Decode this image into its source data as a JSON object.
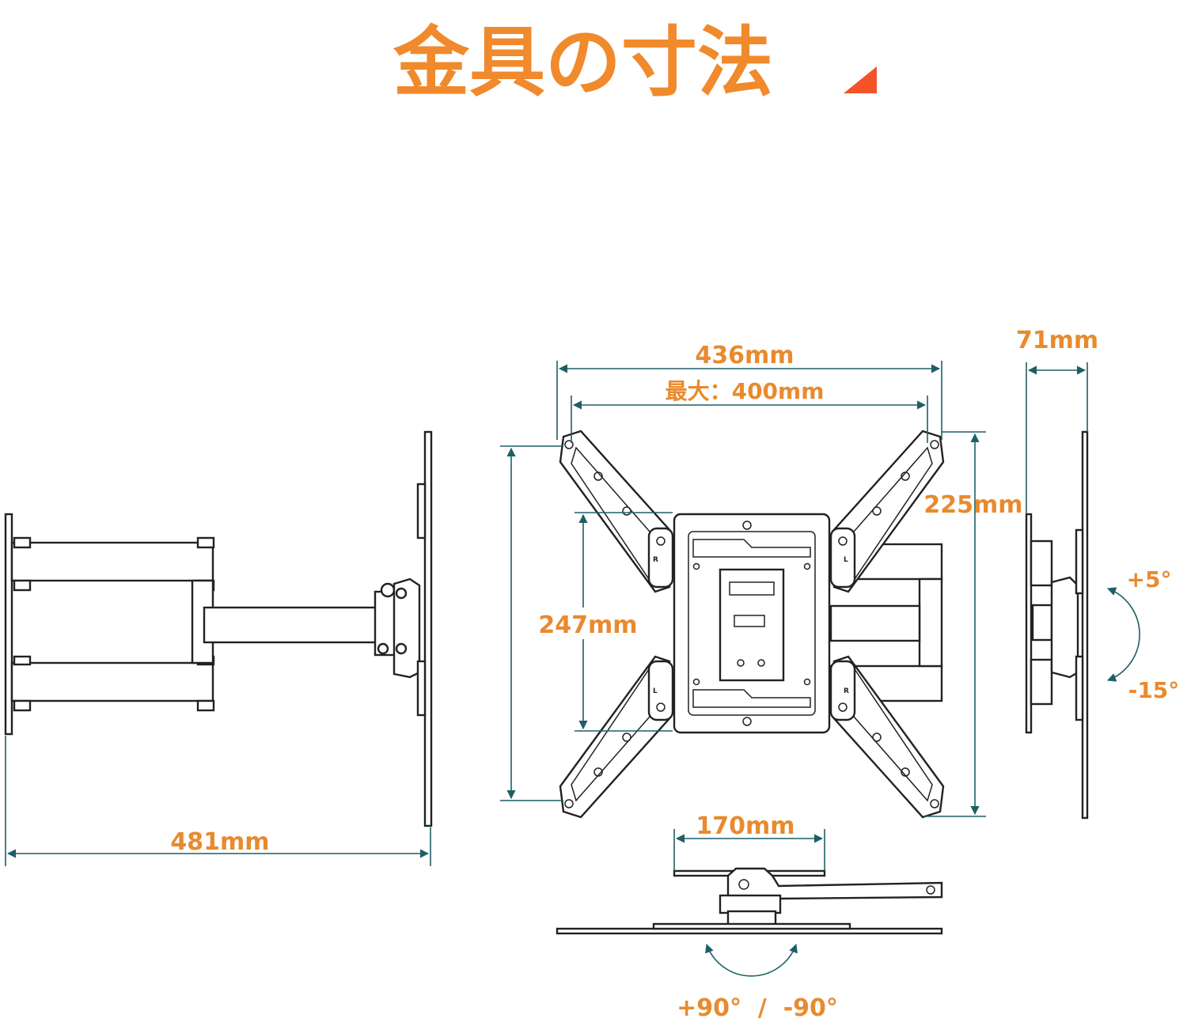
{
  "header": {
    "title": "金具の寸法",
    "accent_color": "#f08a2c",
    "corner_mark_color": "#f4532a"
  },
  "dimensions": {
    "side_depth": "481mm",
    "plate_width": "436mm",
    "max_vesa": "最大：400mm",
    "outer_height": "225mm",
    "inner_height": "247mm",
    "profile_depth": "71mm",
    "top_width": "170mm"
  },
  "angles": {
    "tilt_up": "+5°",
    "tilt_down": "-15°",
    "swivel": "+90°  /  -90°"
  },
  "bracket_marks": {
    "top_left": "R",
    "top_right": "L",
    "bottom_left": "L",
    "bottom_right": "R"
  },
  "colors": {
    "dimension_text": "#e98a2e",
    "dimension_line": "#1e5f66",
    "drawing_line": "#222222"
  }
}
